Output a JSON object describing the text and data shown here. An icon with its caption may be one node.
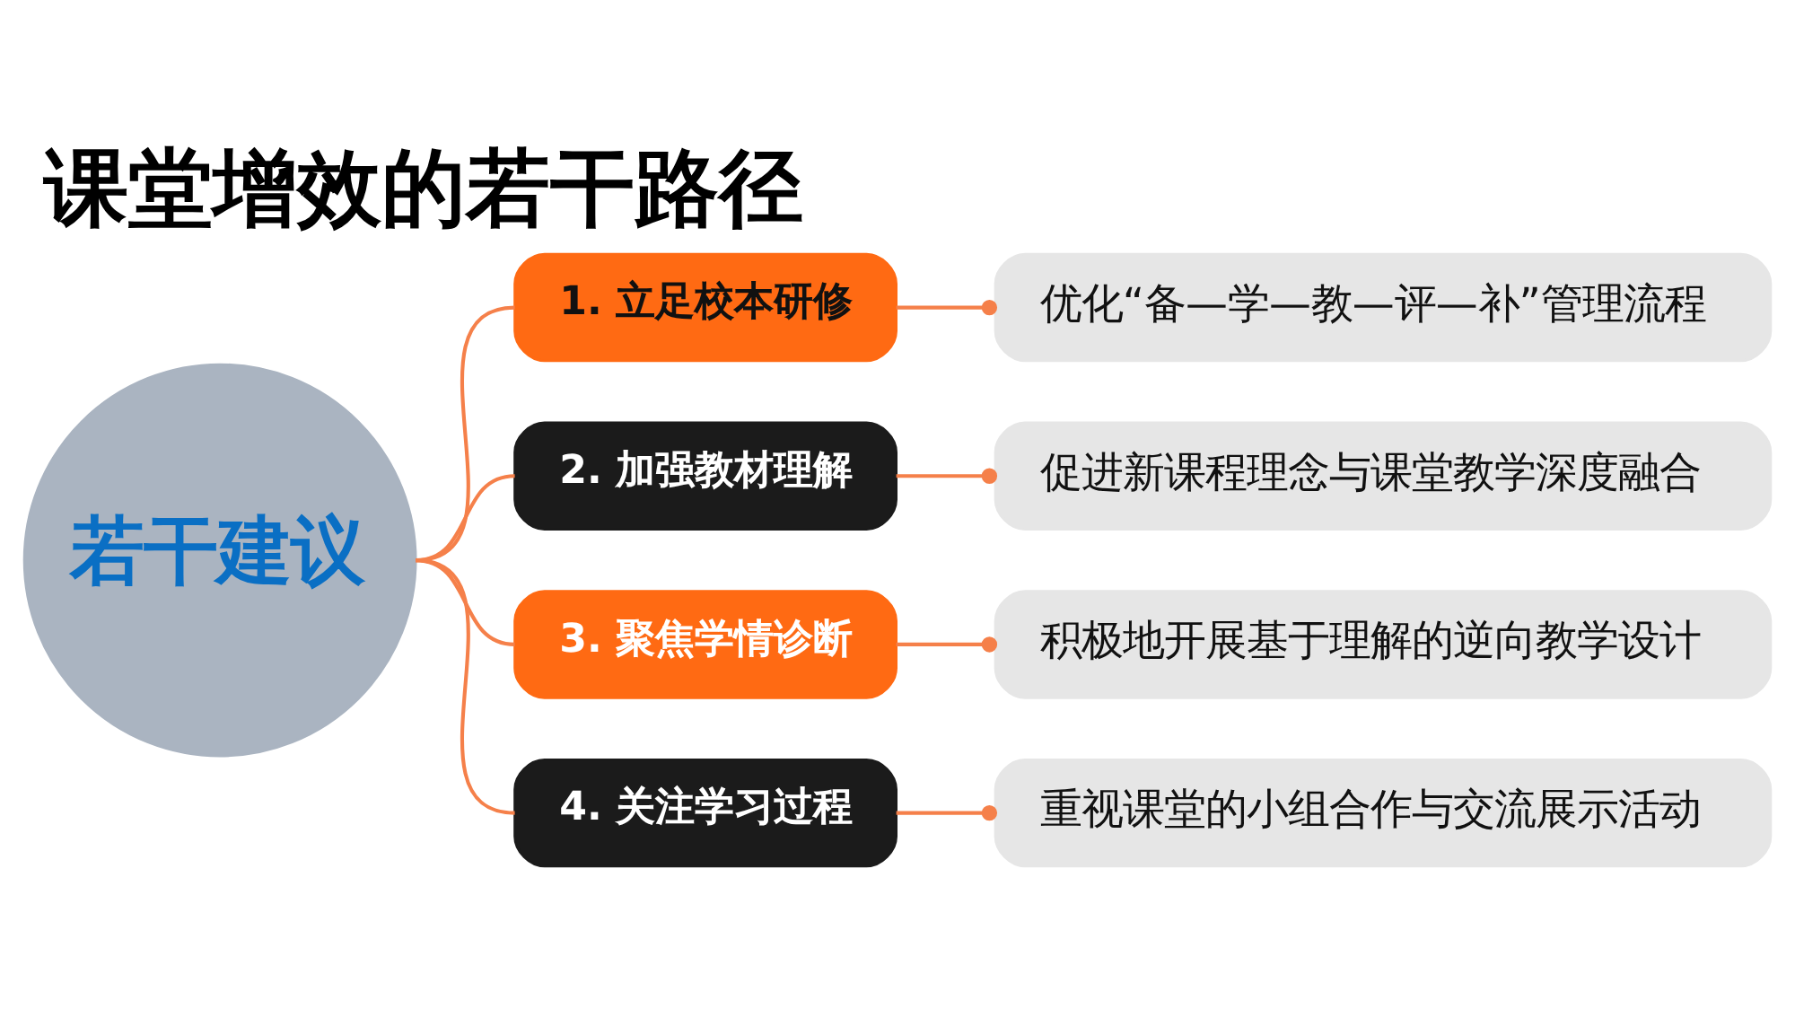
{
  "diagram": {
    "title": "课堂增效的若干路径",
    "nodes": [
      {
        "text": [
          "若干建议"
        ]
      },
      {
        "text": [
          "1. 立足校本研修"
        ]
      },
      {
        "text": [
          "优化“备—学—教—评—补”管理流程"
        ]
      },
      {
        "text": [
          "2. 加强教材理解"
        ]
      },
      {
        "text": [
          "促进新课程理念与课堂教学深度融合"
        ]
      },
      {
        "text": [
          "3. 聚焦学情诊断"
        ]
      },
      {
        "text": [
          "积极地开展基于理解的逆向教学设计"
        ]
      },
      {
        "text": [
          "4. 关注学习过程"
        ]
      },
      {
        "text": [
          "重视课堂的小组合作与交流展示活动"
        ]
      }
    ],
    "edges": [
      {
        "from": 0,
        "to": 1,
        "arrow": "none"
      },
      {
        "from": 0,
        "to": 3,
        "arrow": "none"
      },
      {
        "from": 0,
        "to": 5,
        "arrow": "none"
      },
      {
        "from": 0,
        "to": 7,
        "arrow": "none"
      },
      {
        "from": 1,
        "to": 2,
        "arrow": "other"
      },
      {
        "from": 3,
        "to": 4,
        "arrow": "other"
      },
      {
        "from": 5,
        "to": 6,
        "arrow": "other"
      },
      {
        "from": 7,
        "to": 8,
        "arrow": "other"
      }
    ]
  }
}
